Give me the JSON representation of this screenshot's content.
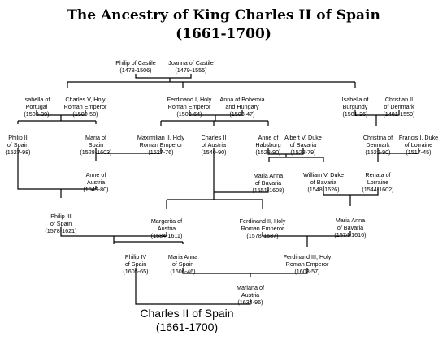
{
  "title": {
    "line1": "The Ancestry of King Charles II of Spain",
    "line2": "(1661-1700)"
  },
  "people": {
    "philip_castile": [
      "Philip of Castile",
      "(1478-1506)"
    ],
    "joanna_castile": [
      "Joanna of Castile",
      "(1479-1555)"
    ],
    "isabella_portugal": [
      "Isabella of",
      "Portugal",
      "(1503-39)"
    ],
    "charles_v": [
      "Charles V, Holy",
      "Roman Emperor",
      "(1500-58)"
    ],
    "ferdinand_i": [
      "Ferdinand I, Holy",
      "Roman Emperor",
      "(1503-64)"
    ],
    "anna_bohemia": [
      "Anna of Bohemia",
      "and Hungary",
      "(1503-47)"
    ],
    "isabella_burgundy": [
      "Isabella of",
      "Burgundy",
      "(1501-26)"
    ],
    "christian_ii": [
      "Christian II",
      "of Denmark",
      "(1481-1559)"
    ],
    "philip_ii": [
      "Philip II",
      "of Spain",
      "(1527-98)"
    ],
    "maria_spain": [
      "Maria of",
      "Spain",
      "(1528-1603)"
    ],
    "maximilian_ii": [
      "Maximilian II, Holy",
      "Roman Emperor",
      "(1527-76)"
    ],
    "charles_ii_austria": [
      "Charles II",
      "of Austria",
      "(1540-90)"
    ],
    "anne_habsburg": [
      "Anne of",
      "Habsburg",
      "(1528-90)"
    ],
    "albert_v": [
      "Albert V, Duke",
      "of Bavaria",
      "(1528-79)"
    ],
    "christina_denmark": [
      "Christina of",
      "Denmark",
      "(1522-90)"
    ],
    "francis_i": [
      "Francis I, Duke",
      "of Lorraine",
      "(1517-45)"
    ],
    "anne_austria": [
      "Anne of",
      "Austria",
      "(1549-80)"
    ],
    "maria_anna_bavaria_1": [
      "Maria Anna",
      "of Bavaria",
      "(1551-1608)"
    ],
    "william_v": [
      "William V, Duke",
      "of Bavaria",
      "(1548-1626)"
    ],
    "renata_lorraine": [
      "Renata of",
      "Lorraine",
      "(1544-1602)"
    ],
    "philip_iii": [
      "Philip III",
      "of Spain",
      "(1578-1621)"
    ],
    "margarita_austria": [
      "Margarita of",
      "Austria",
      "(1584-1611)"
    ],
    "ferdinand_ii": [
      "Ferdinand II, Holy",
      "Roman Emperor",
      "(1578-1637)"
    ],
    "maria_anna_bavaria_2": [
      "Maria Anna",
      "of Bavaria",
      "(1574-1616)"
    ],
    "philip_iv": [
      "Philip IV",
      "of Spain",
      "(1605-65)"
    ],
    "maria_anna_spain": [
      "Maria Anna",
      "of Spain",
      "(1606-46)"
    ],
    "ferdinand_iii": [
      "Ferdinand III, Holy",
      "Roman Emperor",
      "(1608-57)"
    ],
    "mariana_austria": [
      "Mariana of",
      "Austria",
      "(1634-96)"
    ]
  },
  "root": {
    "name": "Charles II of Spain",
    "dates": "(1661-1700)"
  }
}
